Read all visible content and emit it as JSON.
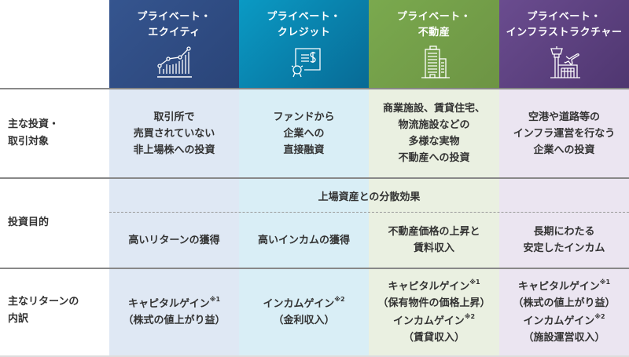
{
  "columns": [
    {
      "title_line1": "プライベート・",
      "title_line2": "エクイティ",
      "icon": "chart-growth-icon",
      "header_color": "#2e4b85",
      "bg_color": "#dfe8f4"
    },
    {
      "title_line1": "プライベート・",
      "title_line2": "クレジット",
      "icon": "certificate-dollar-icon",
      "header_color": "#0a85b0",
      "bg_color": "#d9eef6"
    },
    {
      "title_line1": "プライベート・",
      "title_line2": "不動産",
      "icon": "office-building-icon",
      "header_color": "#76a04a",
      "bg_color": "#eaf0e1"
    },
    {
      "title_line1": "プライベート・",
      "title_line2": "インフラストラクチャー",
      "icon": "airport-tower-icon",
      "header_color": "#5a3f7d",
      "bg_color": "#ebe5f1"
    }
  ],
  "rows": {
    "targets": {
      "label_line1": "主な投資・",
      "label_line2": "取引対象",
      "cells": [
        [
          "取引所で",
          "売買されていない",
          "非上場株への投資"
        ],
        [
          "ファンドから",
          "企業への",
          "直接融資"
        ],
        [
          "商業施設、賃貸住宅、",
          "物流施設などの",
          "多様な実物",
          "不動産への投資"
        ],
        [
          "空港や道路等の",
          "インフラ運営を行なう",
          "企業への投資"
        ]
      ]
    },
    "purpose": {
      "label": "投資目的",
      "shared": "上場資産との分散効果",
      "cells": [
        [
          "高いリターンの獲得"
        ],
        [
          "高いインカムの獲得"
        ],
        [
          "不動産価格の上昇と",
          "賃料収入"
        ],
        [
          "長期にわたる",
          "安定したインカム"
        ]
      ]
    },
    "returns": {
      "label_line1": "主なリターンの",
      "label_line2": "内訳",
      "note1": "※1",
      "note2": "※2",
      "capital_gain": "キャピタルゲイン",
      "income_gain": "インカムゲイン",
      "cells": [
        {
          "a": "キャピタルゲイン",
          "a_note": "※1",
          "a_sub": "（株式の値上がり益）"
        },
        {
          "a": "インカムゲイン",
          "a_note": "※2",
          "a_sub": "（金利収入）"
        },
        {
          "a": "キャピタルゲイン",
          "a_note": "※1",
          "a_sub": "（保有物件の価格上昇）",
          "b": "インカムゲイン",
          "b_note": "※2",
          "b_sub": "（賃貸収入）"
        },
        {
          "a": "キャピタルゲイン",
          "a_note": "※1",
          "a_sub": "（株式の値上がり益）",
          "b": "インカムゲイン",
          "b_note": "※2",
          "b_sub": "（施設運営収入）"
        }
      ]
    }
  }
}
